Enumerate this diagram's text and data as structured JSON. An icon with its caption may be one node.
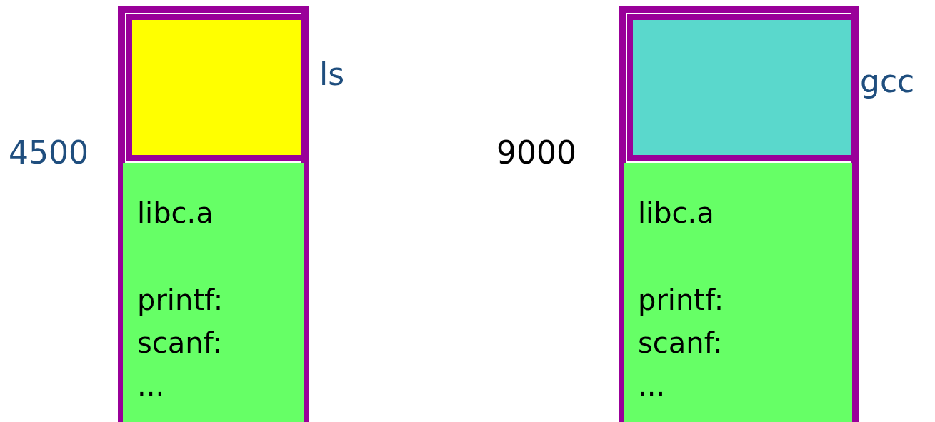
{
  "diagram": {
    "nodes": [
      {
        "text": [],
        "shape": "box"
      },
      {
        "text": [],
        "shape": "box",
        "in": 0,
        "beside": [
          "ls"
        ]
      },
      {
        "text": [
          "libc.a",
          "printf:",
          "scanf:",
          "..."
        ],
        "in": 0
      },
      {
        "text": [],
        "shape": "box"
      },
      {
        "text": [],
        "shape": "box",
        "in": 3,
        "beside": [
          "gcc"
        ]
      },
      {
        "text": [
          "libc.a",
          "printf:",
          "scanf:",
          "..."
        ],
        "in": 3
      }
    ],
    "edges": [],
    "labels": [
      "4500",
      "9000"
    ]
  }
}
